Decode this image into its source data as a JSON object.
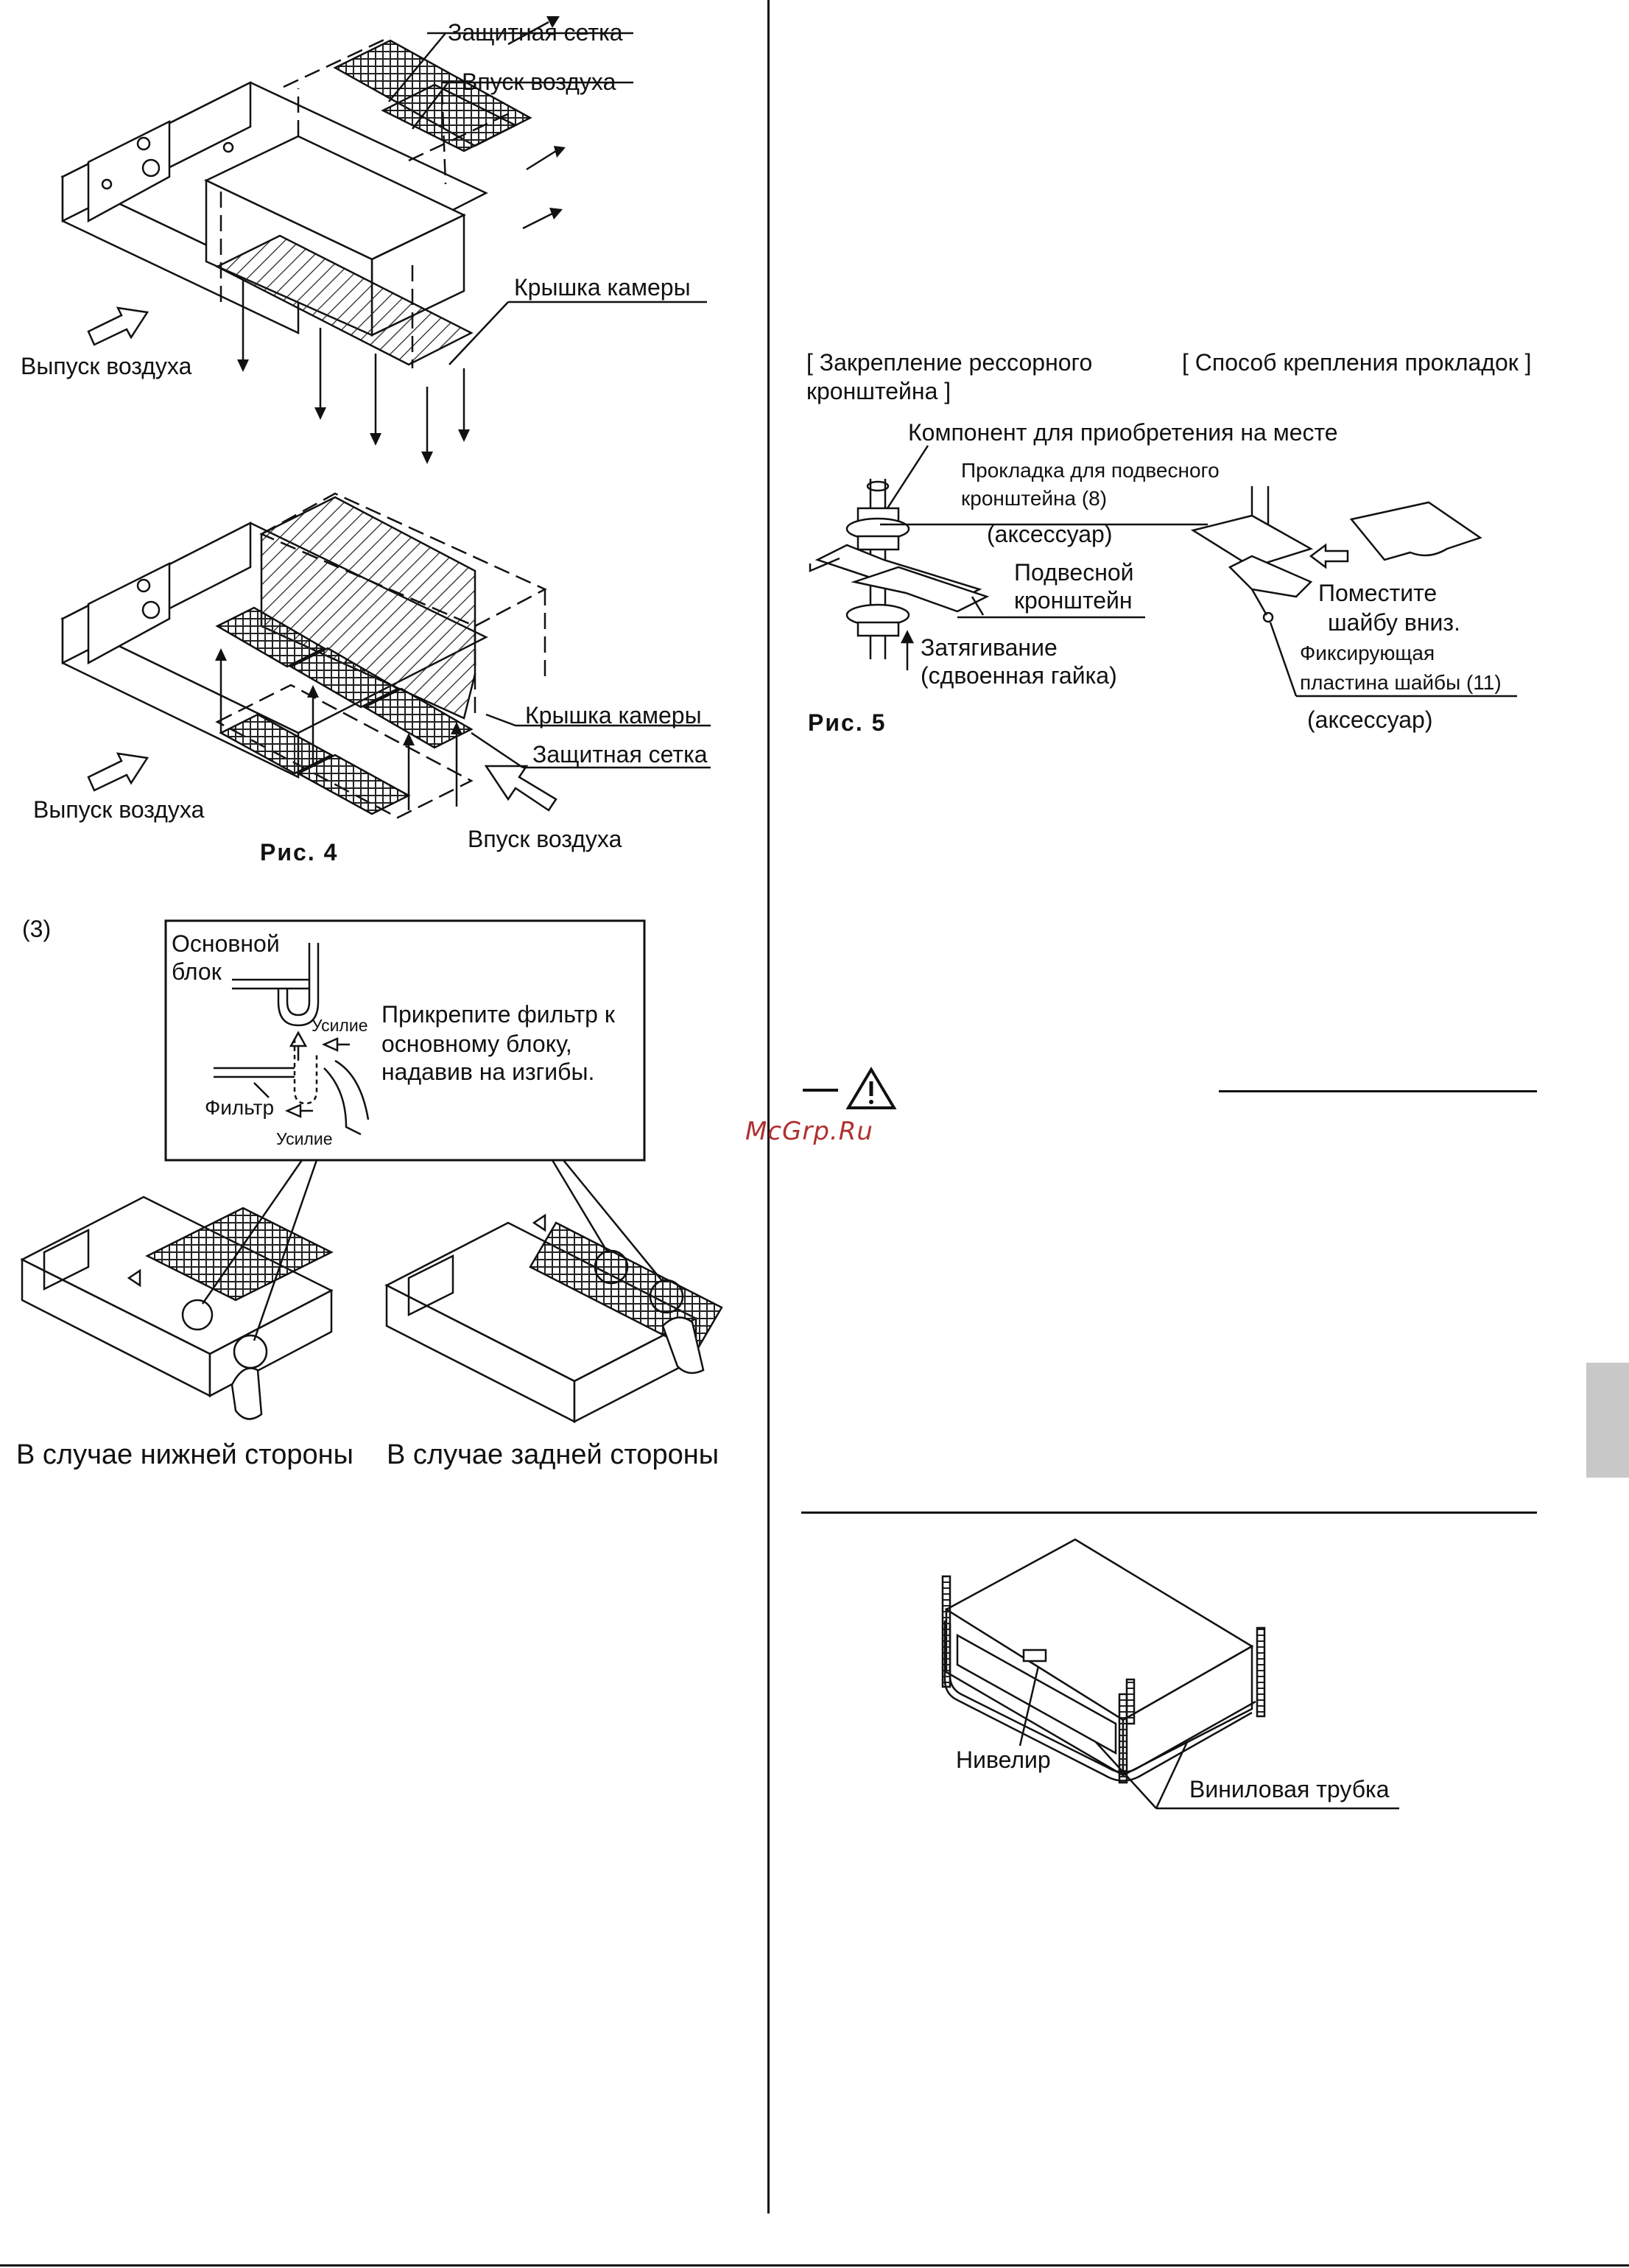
{
  "fig4": {
    "top": {
      "protective_grid": "Защитная сетка",
      "air_inlet": "Впуск воздуха",
      "chamber_cover": "Крышка камеры",
      "air_outlet": "Выпуск воздуха"
    },
    "bottom": {
      "chamber_cover": "Крышка камеры",
      "protective_grid": "Защитная сетка",
      "air_outlet": "Выпуск воздуха",
      "air_inlet": "Впуск воздуха"
    },
    "caption": "Рис. 4"
  },
  "step3": {
    "number": "(3)",
    "main_unit_line1": "Основной",
    "main_unit_line2": "блок",
    "force_top": "Усилие",
    "filter": "Фильтр",
    "force_bottom": "Усилие",
    "instruction_line1": "Прикрепите фильтр к",
    "instruction_line2": "основному блоку,",
    "instruction_line3": "надавив на изгибы.",
    "bottom_side": "В случае нижней стороны",
    "rear_side": "В случае задней стороны"
  },
  "fig5": {
    "spring_bracket_line1": "[ Закрепление рессорного",
    "spring_bracket_line2": "кронштейна ]",
    "gasket_method": "[ Способ крепления прокладок ]",
    "field_component": "Компонент для приобретения на месте",
    "gasket_line1": "Прокладка для подвесного",
    "gasket_line2": "кронштейна (8)",
    "accessory1": "(аксессуар)",
    "hanger_line1": "Подвесной",
    "hanger_line2": "кронштейн",
    "tighten_line1": "Затягивание",
    "tighten_line2": "(сдвоенная гайка)",
    "place_line1": "Поместите",
    "place_line2": "шайбу вниз.",
    "fixing_line1": "Фиксирующая",
    "fixing_line2": "пластина шайбы (11)",
    "accessory2": "(аксессуар)",
    "caption": "Рис. 5"
  },
  "watermark": "McGrp.Ru",
  "level_fig": {
    "level": "Нивелир",
    "vinyl_tube": "Виниловая трубка"
  },
  "icons": [
    "warning-triangle-icon"
  ]
}
